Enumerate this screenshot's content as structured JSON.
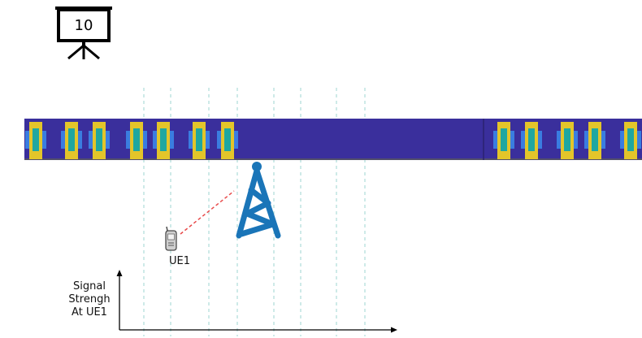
{
  "slide_counter": {
    "value": "10",
    "icon": "projector-screen-icon"
  },
  "device": {
    "label": "UE1",
    "icon": "mobile-phone-icon"
  },
  "tower": {
    "icon": "cell-tower-icon",
    "color": "#1a75b8"
  },
  "graph": {
    "y_label_lines": [
      "Signal",
      "Strengh",
      "At UE1"
    ]
  },
  "colors": {
    "strip": "#3a2f9c",
    "block_outer": "#e3c52a",
    "block_inner": "#1fa7a0",
    "block_side": "#3a7de0",
    "guide": "#9ed6d2",
    "link": "#e84a4a",
    "axis": "#000000"
  }
}
